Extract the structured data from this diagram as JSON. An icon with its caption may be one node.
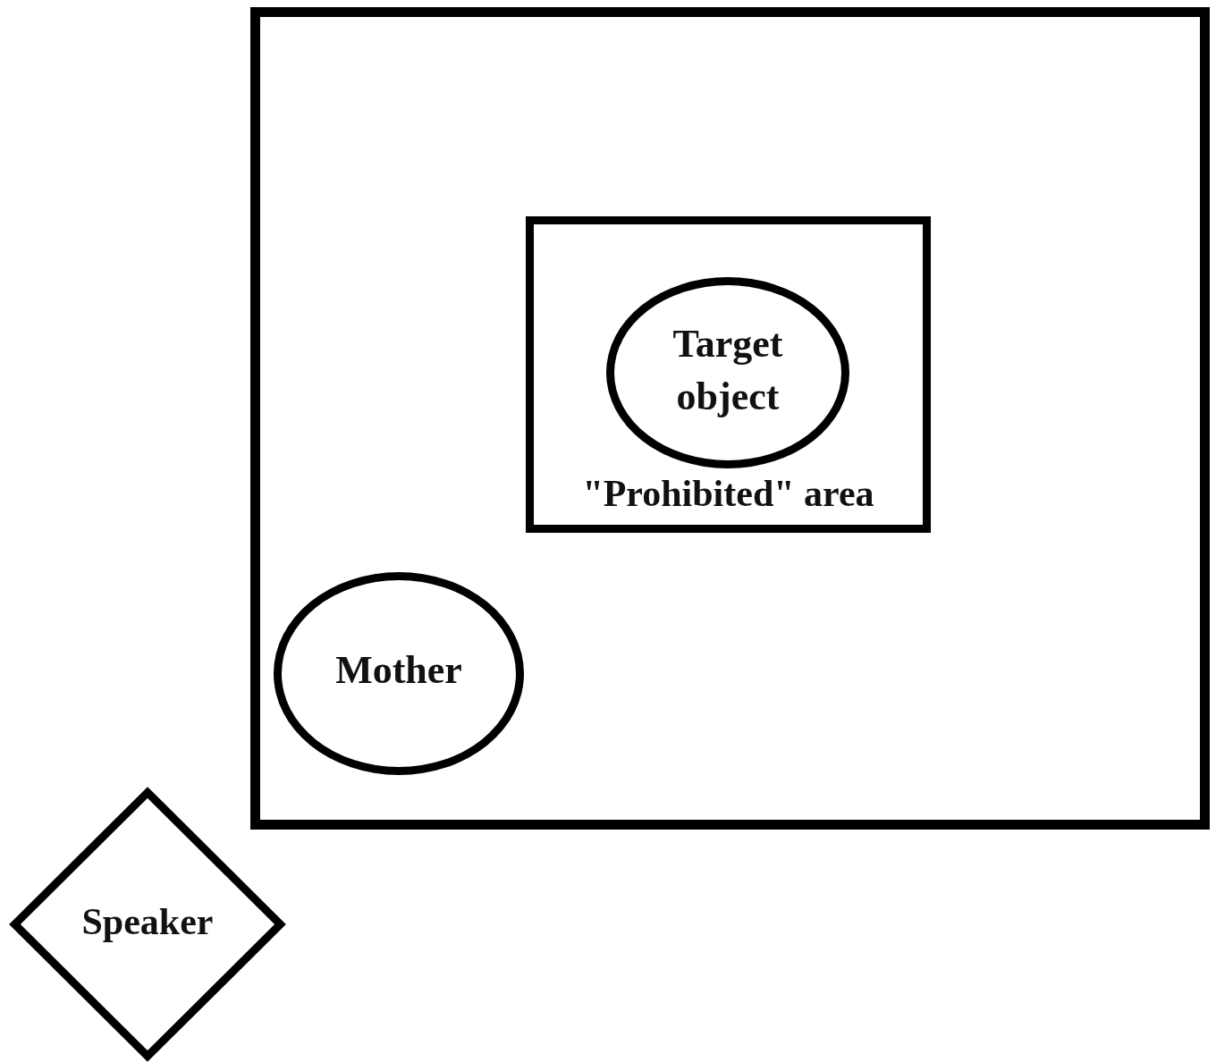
{
  "diagram": {
    "nodes": [
      {
        "text": [],
        "shape": "box"
      },
      {
        "text": [
          "\"Prohibited\" area"
        ],
        "in": 0
      },
      {
        "text": [
          "Target object"
        ],
        "in": 1
      },
      {
        "text": [
          "Mother"
        ],
        "in": 0
      },
      {
        "text": [
          "Speaker"
        ]
      }
    ]
  }
}
